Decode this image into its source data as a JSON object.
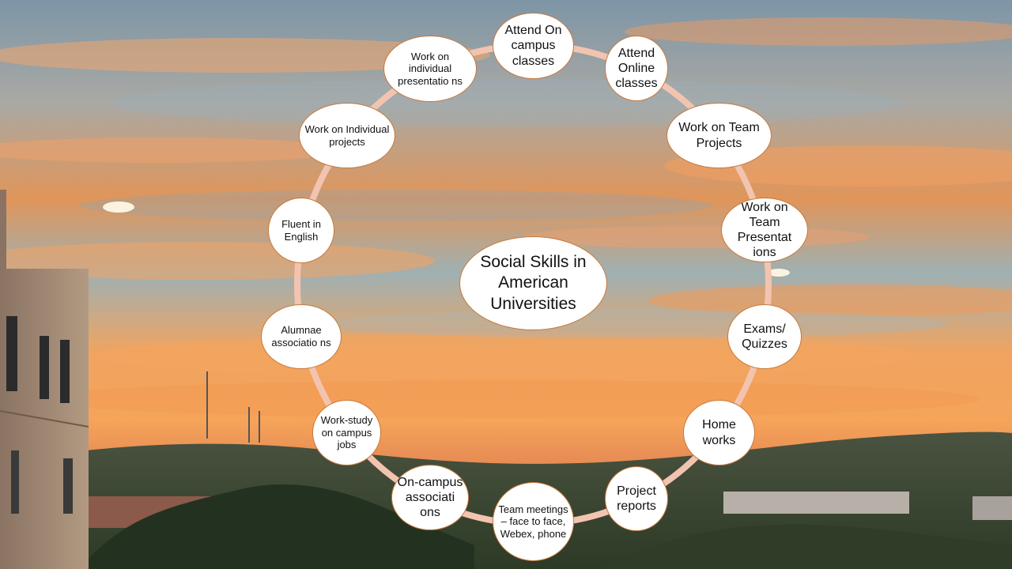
{
  "center": "Social Skills in American Universities",
  "nodes": [
    "Attend On campus classes",
    "Attend Online classes",
    "Work on Team Projects",
    "Work on Team Presentat ions",
    "Exams/ Quizzes",
    "Home works",
    "Project reports",
    "Team meetings – face to face, Webex, phone",
    "On-campus associati ons",
    "Work-study on campus jobs",
    "Alumnae associatio ns",
    "Fluent in English",
    "Work on Individual projects",
    "Work on individual presentatio ns"
  ],
  "colors": {
    "ring": "#f2c4b0",
    "node_border": "#c77a3c",
    "node_fill": "#ffffff",
    "sky_top": "#6f8fa8",
    "sky_glow": "#f39a4a",
    "hills": "#3b4a3a"
  }
}
